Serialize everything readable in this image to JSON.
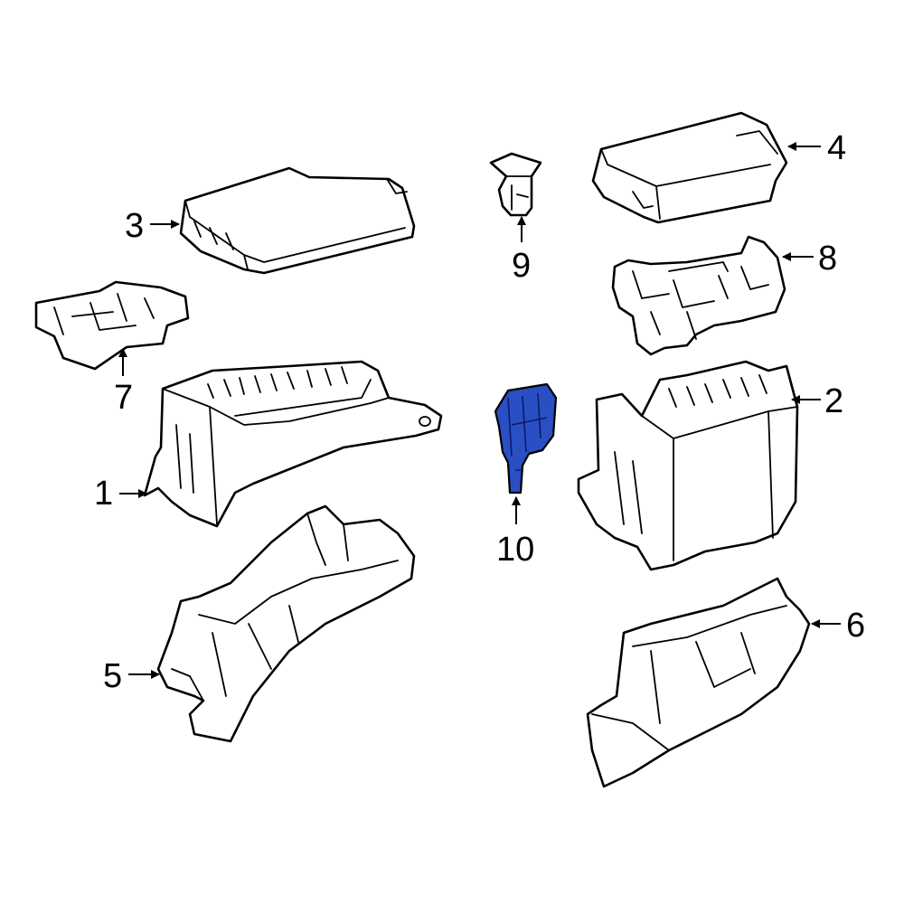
{
  "diagram": {
    "highlight_color": "#2a4fc4",
    "callouts": [
      {
        "id": "1",
        "label": "1"
      },
      {
        "id": "2",
        "label": "2"
      },
      {
        "id": "3",
        "label": "3"
      },
      {
        "id": "4",
        "label": "4"
      },
      {
        "id": "5",
        "label": "5"
      },
      {
        "id": "6",
        "label": "6"
      },
      {
        "id": "7",
        "label": "7"
      },
      {
        "id": "8",
        "label": "8"
      },
      {
        "id": "9",
        "label": "9"
      },
      {
        "id": "10",
        "label": "10"
      }
    ]
  }
}
